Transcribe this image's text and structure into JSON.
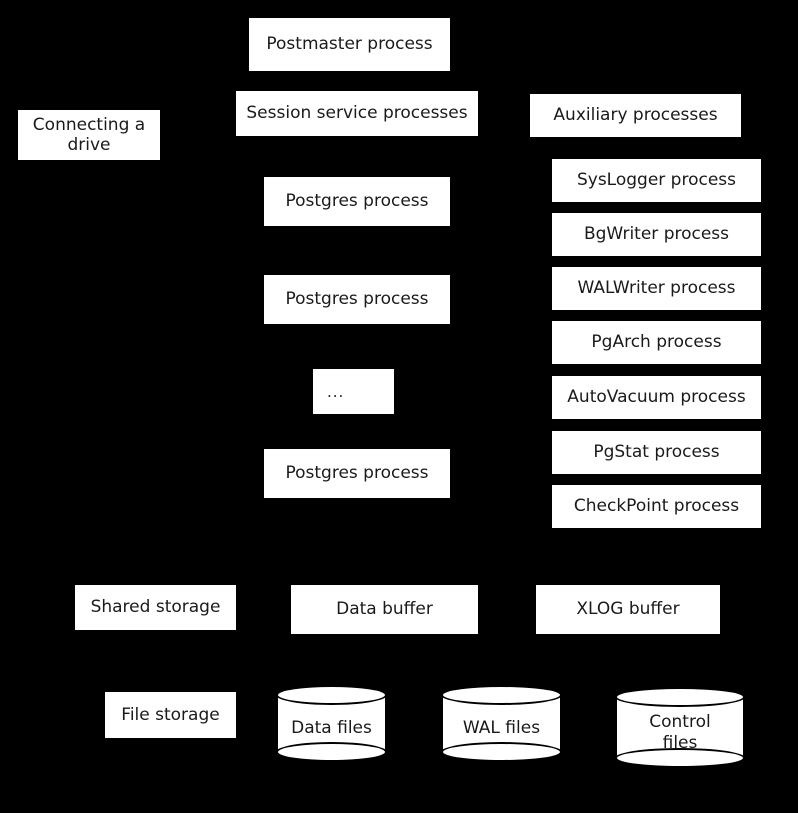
{
  "diagram": {
    "background_color": "#000000",
    "node_fill_color": "#ffffff",
    "node_text_color": "#1a1a1a",
    "groups": {
      "left_column": {
        "items": [
          {
            "label": "Connecting a\ndrive"
          },
          {
            "label": "Shared storage"
          },
          {
            "label": "File storage"
          }
        ]
      },
      "session_column": {
        "header": "Session service processes",
        "top": "Postmaster process",
        "items": [
          {
            "label": "Postgres process"
          },
          {
            "label": "Postgres process"
          },
          {
            "label": "..."
          },
          {
            "label": "Postgres process"
          }
        ],
        "buffer": "Data buffer"
      },
      "auxiliary_column": {
        "header": "Auxiliary processes",
        "items": [
          {
            "label": "SysLogger process"
          },
          {
            "label": "BgWriter process"
          },
          {
            "label": "WALWriter process"
          },
          {
            "label": "PgArch process"
          },
          {
            "label": "AutoVacuum process"
          },
          {
            "label": "PgStat process"
          },
          {
            "label": "CheckPoint process"
          }
        ],
        "buffer": "XLOG buffer"
      },
      "storage_row": {
        "cylinders": [
          {
            "label": "Data files"
          },
          {
            "label": "WAL files"
          },
          {
            "label": "Control\nfiles"
          }
        ]
      }
    }
  }
}
